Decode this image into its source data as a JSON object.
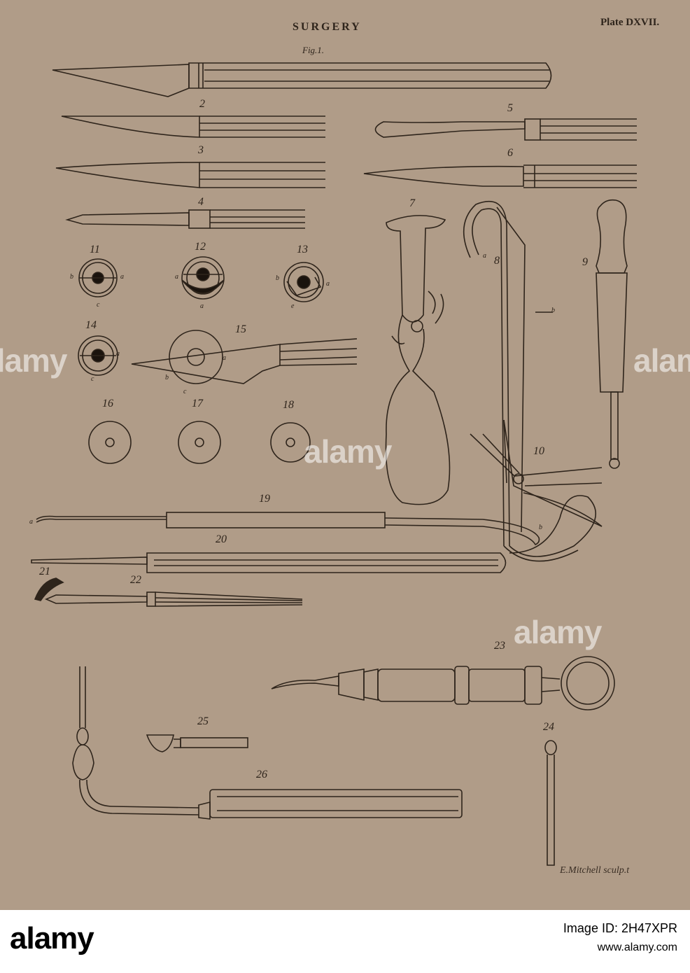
{
  "plate": {
    "title": "SURGERY",
    "plate_label": "Plate DXVII.",
    "fig_label": "Fig.1.",
    "engraver": "E.Mitchell sculp.t"
  },
  "figure_numbers": {
    "n2": "2",
    "n3": "3",
    "n4": "4",
    "n5": "5",
    "n6": "6",
    "n7": "7",
    "n8": "8",
    "n9": "9",
    "n10": "10",
    "n11": "11",
    "n12": "12",
    "n13": "13",
    "n14": "14",
    "n15": "15",
    "n16": "16",
    "n17": "17",
    "n18": "18",
    "n19": "19",
    "n20": "20",
    "n21": "21",
    "n22": "22",
    "n23": "23",
    "n24": "24",
    "n25": "25",
    "n26": "26"
  },
  "letters": {
    "a": "a",
    "b": "b",
    "c": "c",
    "e": "e"
  },
  "watermark": {
    "text": "alamy"
  },
  "footer": {
    "logo": "alamy",
    "image_id": "Image ID: 2H47XPR",
    "url": "www.alamy.com"
  },
  "colors": {
    "paper": "#b09c88",
    "ink": "#2e241b"
  }
}
